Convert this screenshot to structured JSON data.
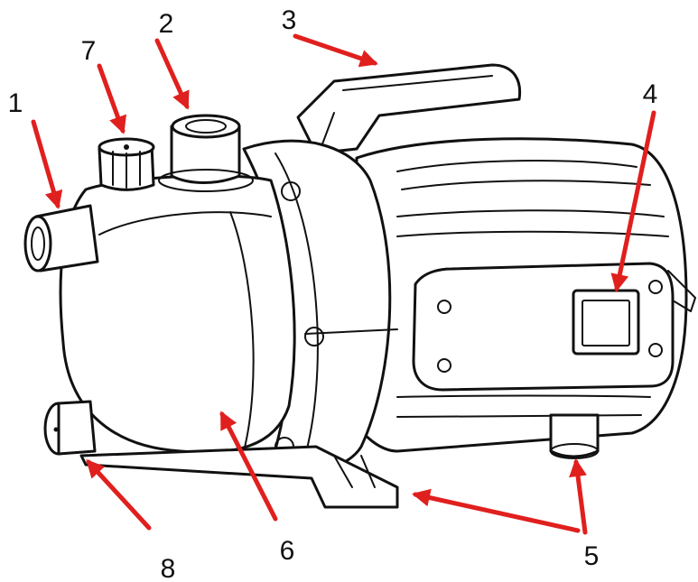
{
  "colors": {
    "arrow": "#e0201e",
    "ink": "#111111",
    "background": "#ffffff"
  },
  "callouts": [
    {
      "number": "1"
    },
    {
      "number": "2"
    },
    {
      "number": "3"
    },
    {
      "number": "4"
    },
    {
      "number": "5"
    },
    {
      "number": "6"
    },
    {
      "number": "7"
    },
    {
      "number": "8"
    }
  ]
}
